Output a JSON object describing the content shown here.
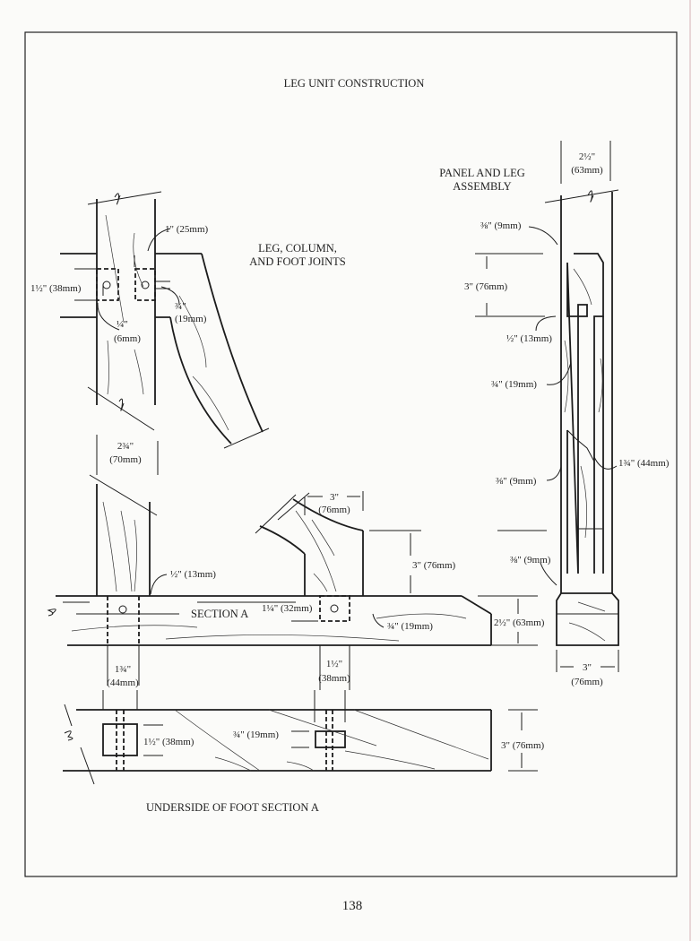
{
  "title": "LEG UNIT CONSTRUCTION",
  "page_number": "138",
  "captions": {
    "leg_joints_1": "LEG, COLUMN,",
    "leg_joints_2": "AND FOOT JOINTS",
    "panel_1": "PANEL AND LEG",
    "panel_2": "ASSEMBLY",
    "section_a": "SECTION A",
    "underside": "UNDERSIDE OF FOOT SECTION A"
  },
  "dimensions": {
    "d_1in": "1\" (25mm)",
    "d_1half_38": "1½\" (38mm)",
    "d_3q": "¾\"",
    "d_19mm": "(19mm)",
    "d_1q": "¼\"",
    "d_6mm": "(6mm)",
    "d_2_3q": "2¾\"",
    "d_70mm": "(70mm)",
    "d_half_13": "½\" (13mm)",
    "d_3in": "3\"",
    "d_76mm": "(76mm)",
    "d_3_76_col": "3\" (76mm)",
    "d_1q_32": "1¼\" (32mm)",
    "d_3q_19_foot": "¾\" (19mm)",
    "d_1_3q": "1¾\"",
    "d_44mm": "(44mm)",
    "d_1half": "1½\"",
    "d_38mm": "(38mm)",
    "d_2half_63": "2½\" (63mm)",
    "d_1half_38_under": "1½\" (38mm)",
    "d_3q_19_under": "¾\" (19mm)",
    "d_3_76_under": "3\" (76mm)",
    "p_2half": "2½\"",
    "p_63mm": "(63mm)",
    "p_3_8_top": "⅜\" (9mm)",
    "p_3_76": "3\" (76mm)",
    "p_half_13": "½\" (13mm)",
    "p_3q_19": "¾\" (19mm)",
    "p_1_3q_44": "1¾\" (44mm)",
    "p_3_8_mid": "⅜\" (9mm)",
    "p_3_8_base": "⅜\" (9mm)",
    "p_3in": "3\"",
    "p_76mm": "(76mm)"
  }
}
